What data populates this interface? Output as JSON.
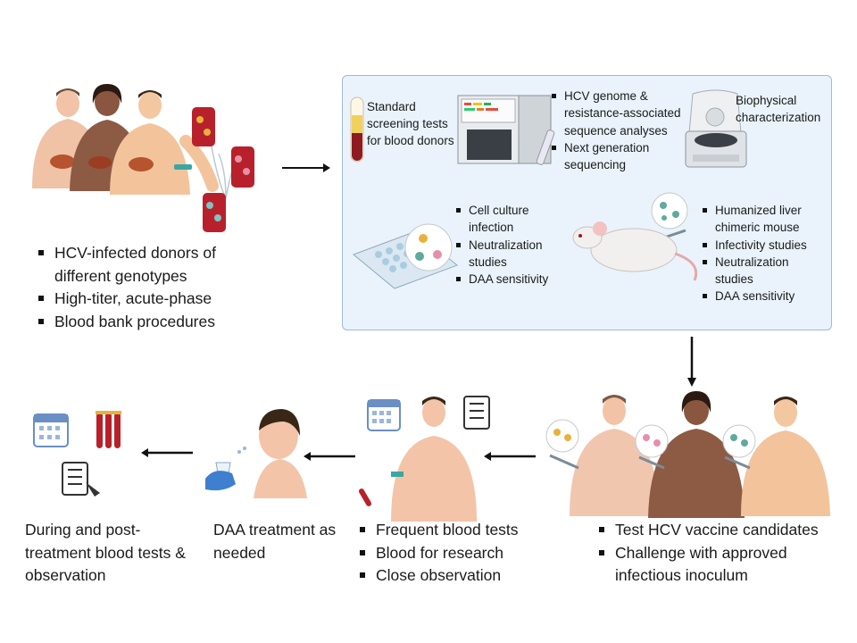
{
  "donors": {
    "bullets": [
      "HCV-infected donors of different genotypes",
      "High-titer, acute-phase",
      "Blood bank procedures"
    ]
  },
  "characterization": {
    "screening": "Standard screening tests for blood donors",
    "genome": [
      "HCV genome & resistance-associated sequence analyses",
      "Next generation sequencing"
    ],
    "biophysical": "Biophysical characterization",
    "cell_culture": [
      "Cell culture infection",
      "Neutralization studies",
      "DAA sensitivity"
    ],
    "mouse": [
      "Humanized liver chimeric mouse",
      "Infectivity studies",
      "Neutralization studies",
      "DAA sensitivity"
    ]
  },
  "steps": {
    "vaccine": [
      "Test HCV vaccine candidates",
      "Challenge with approved infectious inoculum"
    ],
    "blood_tests": [
      "Frequent blood tests",
      "Blood for research",
      "Close observation"
    ],
    "daa_treatment": "DAA treatment as needed",
    "post_treatment": "During and post-treatment blood tests & observation"
  },
  "icons": [
    "person-icon",
    "blood-bag-icon",
    "test-tube-icon",
    "sequencer-icon",
    "centrifuge-icon",
    "cell-culture-plate-icon",
    "virus-icon",
    "mouse-icon",
    "syringe-icon",
    "calendar-icon",
    "checklist-icon",
    "pill-cup-icon"
  ],
  "colors": {
    "panel_bg": "#eaf3fb",
    "panel_border": "#9fb9d4",
    "skin_light": "#f3c4a8",
    "skin_dark": "#8d5a44",
    "blood": "#b8212b"
  }
}
